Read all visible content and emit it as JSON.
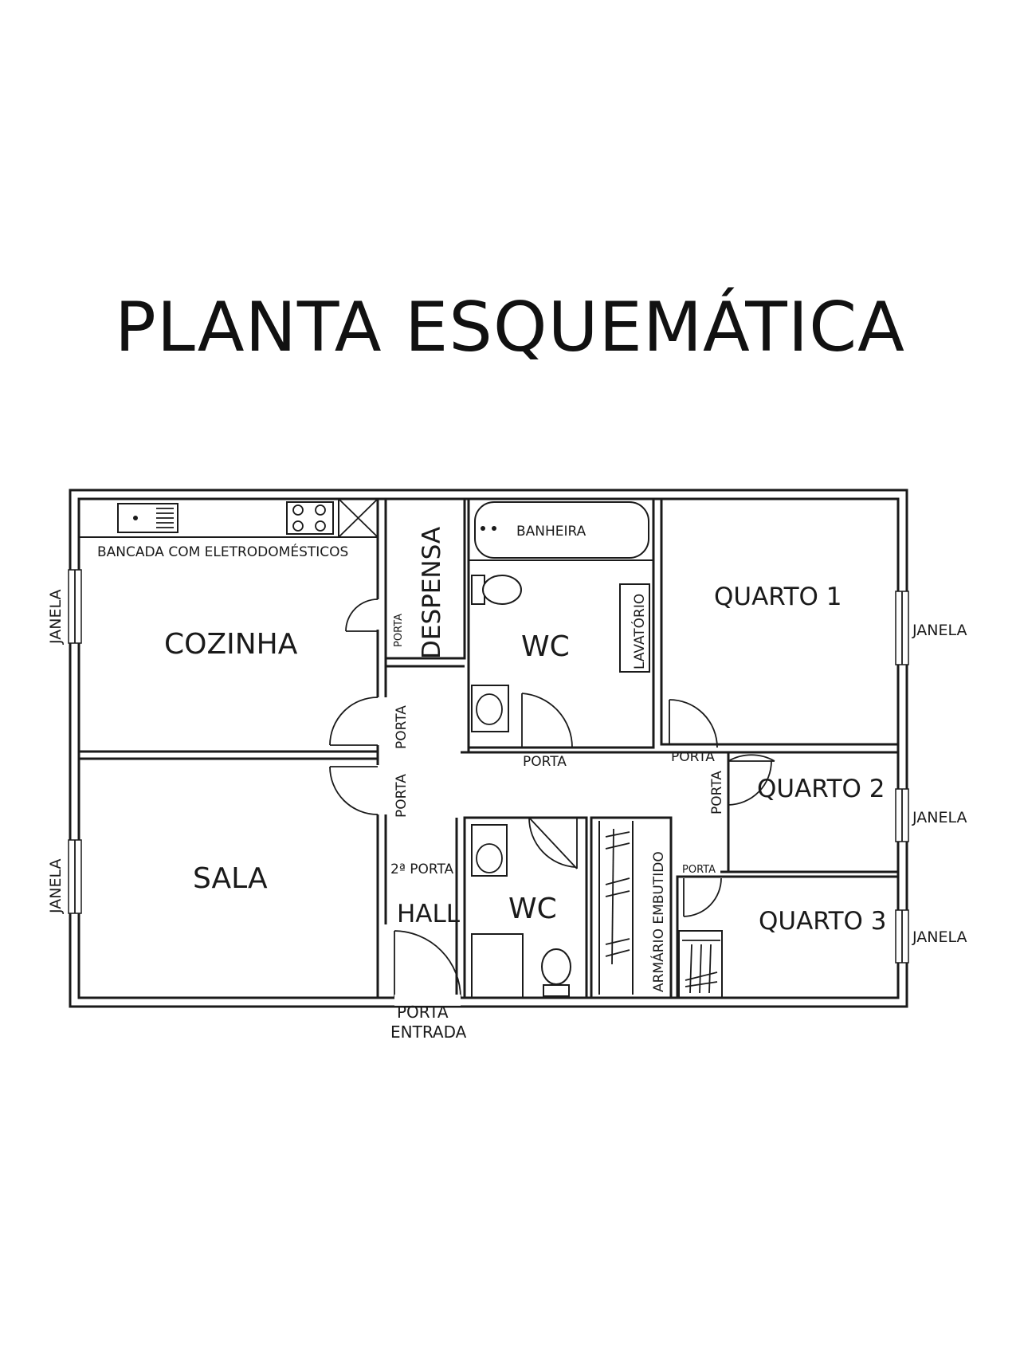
{
  "title": "PLANTA ESQUEMÁTICA",
  "rooms": {
    "cozinha": "COZINHA",
    "sala": "SALA",
    "despensa": "DESPENSA",
    "wc_top": "WC",
    "wc_bottom": "WC",
    "quarto1": "QUARTO 1",
    "quarto2": "QUARTO 2",
    "quarto3": "QUARTO 3",
    "hall": "HALL"
  },
  "fixtures": {
    "bancada": "BANCADA COM ELETRODOMÉSTICOS",
    "banheira": "BANHEIRA",
    "lavatorio": "LAVATÓRIO",
    "armario": "ARMÁRIO EMBUTIDO"
  },
  "doors": {
    "porta": "PORTA",
    "segunda_porta": "2ª PORTA",
    "entrada_line1": "PORTA",
    "entrada_line2": "ENTRADA"
  },
  "windows": {
    "janela": "JANELA"
  },
  "colors": {
    "line": "#1a1a1a",
    "background": "#ffffff"
  }
}
